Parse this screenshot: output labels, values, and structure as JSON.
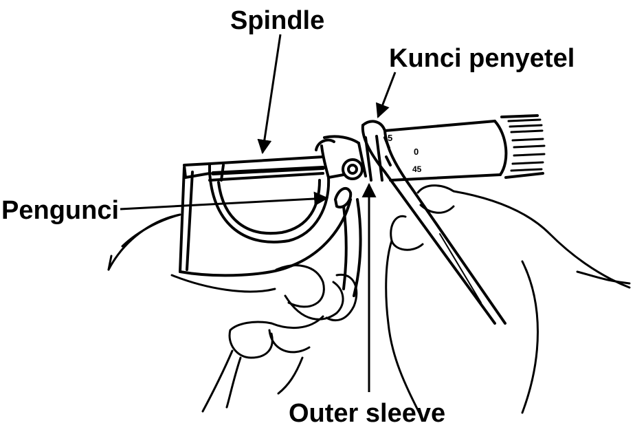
{
  "labels": {
    "spindle": "Spindle",
    "kunci_penyetel": "Kunci penyetel",
    "pengunci": "Pengunci",
    "outer_sleeve": "Outer sleeve"
  },
  "thimble_marks": [
    "5",
    "0",
    "45"
  ],
  "colors": {
    "ink": "#000000",
    "paper": "#ffffff"
  }
}
